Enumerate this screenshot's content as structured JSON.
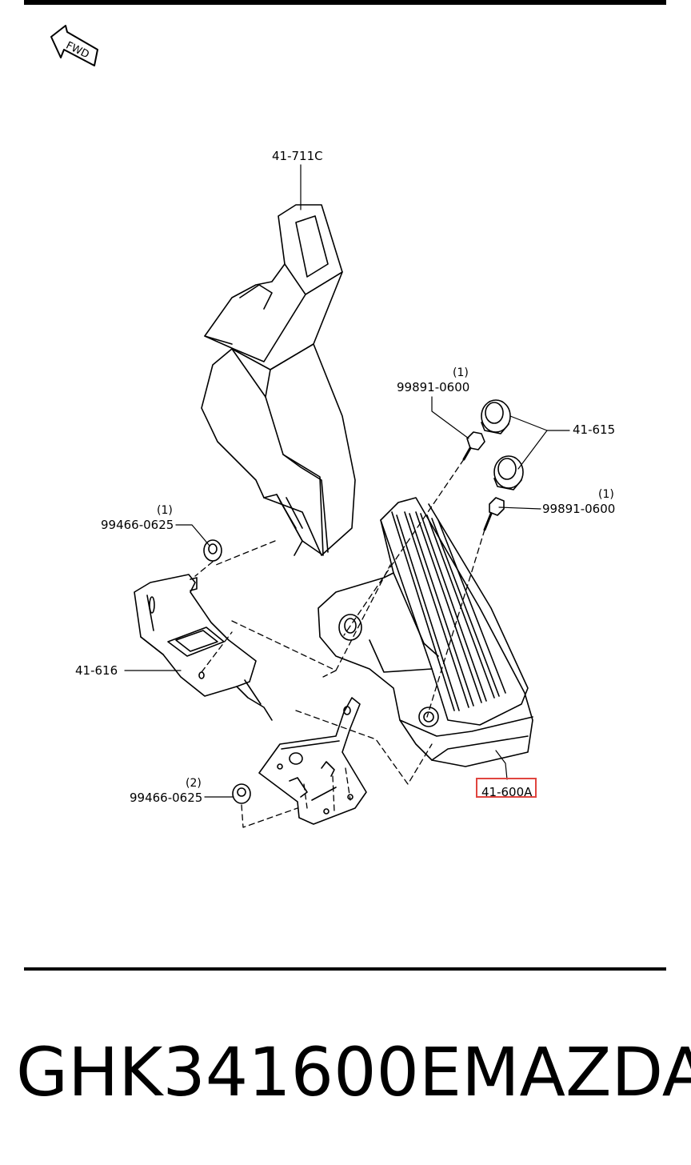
{
  "fwd_label": "FWD",
  "callouts": {
    "c_41_711C": "41-711C",
    "c_99891_a": "99891-0600",
    "c_99891_a_qty": "(1)",
    "c_41_615": "41-615",
    "c_99891_b": "99891-0600",
    "c_99891_b_qty": "(1)",
    "c_99466_a": "99466-0625",
    "c_99466_a_qty": "(1)",
    "c_41_616": "41-616",
    "c_99466_b": "99466-0625",
    "c_99466_b_qty": "(2)",
    "c_41_600A": "41-600A"
  },
  "highlight_color": "#e0453f",
  "footer": {
    "part_number": "GHK341600E",
    "brand": "MAZDA"
  }
}
